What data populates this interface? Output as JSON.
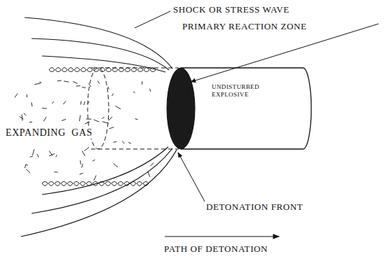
{
  "diagram": {
    "nodes": [
      {
        "text": [
          "UNDISTURBED EXPLOSIVE"
        ]
      }
    ],
    "labels": [
      "SHOCK OR STRESS WAVE",
      "PRIMARY REACTION ZONE",
      "EXPANDING",
      "GAS",
      "DETONATION FRONT",
      "PATH OF DETONATION"
    ]
  }
}
